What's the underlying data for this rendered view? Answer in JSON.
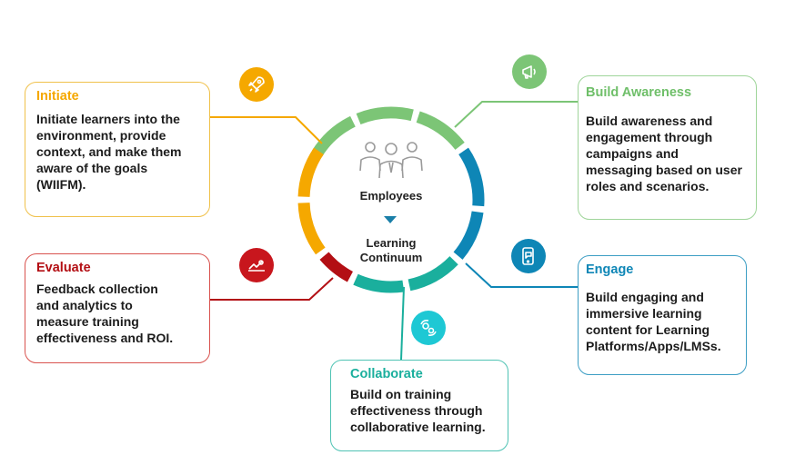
{
  "center": {
    "employees_label": "Employees",
    "continuum_line1": "Learning",
    "continuum_line2": "Continuum",
    "employees_icon": "people-group-icon",
    "arrow_icon": "triangle-down-icon"
  },
  "colors": {
    "initiate": "#f5a800",
    "build_awareness": "#7cc576",
    "engage": "#0e86b6",
    "collaborate": "#1aaf9d",
    "evaluate": "#b30f14",
    "arrow": "#1a7fa8"
  },
  "stages": {
    "initiate": {
      "title": "Initiate",
      "body": [
        "Initiate learners into the",
        "environment, provide",
        "context, and make them",
        "aware of the goals",
        "(WIIFM)."
      ],
      "icon": "rocket-icon"
    },
    "build_awareness": {
      "title": "Build Awareness",
      "body": [
        "Build awareness and",
        "engagement through",
        "campaigns and",
        "messaging based on user",
        "roles and scenarios."
      ],
      "icon": "megaphone-icon"
    },
    "engage": {
      "title": "Engage",
      "body": [
        "Build engaging and",
        "immersive learning",
        "content for Learning",
        "Platforms/Apps/LMSs."
      ],
      "icon": "mobile-chat-icon"
    },
    "collaborate": {
      "title": "Collaborate",
      "body": [
        "Build on training",
        "effectiveness through",
        "collaborative learning."
      ],
      "icon": "gears-cycle-icon"
    },
    "evaluate": {
      "title": "Evaluate",
      "body": [
        "Feedback collection",
        "and analytics to",
        "measure training",
        "effectiveness and ROI."
      ],
      "icon": "analytics-chart-icon"
    }
  }
}
